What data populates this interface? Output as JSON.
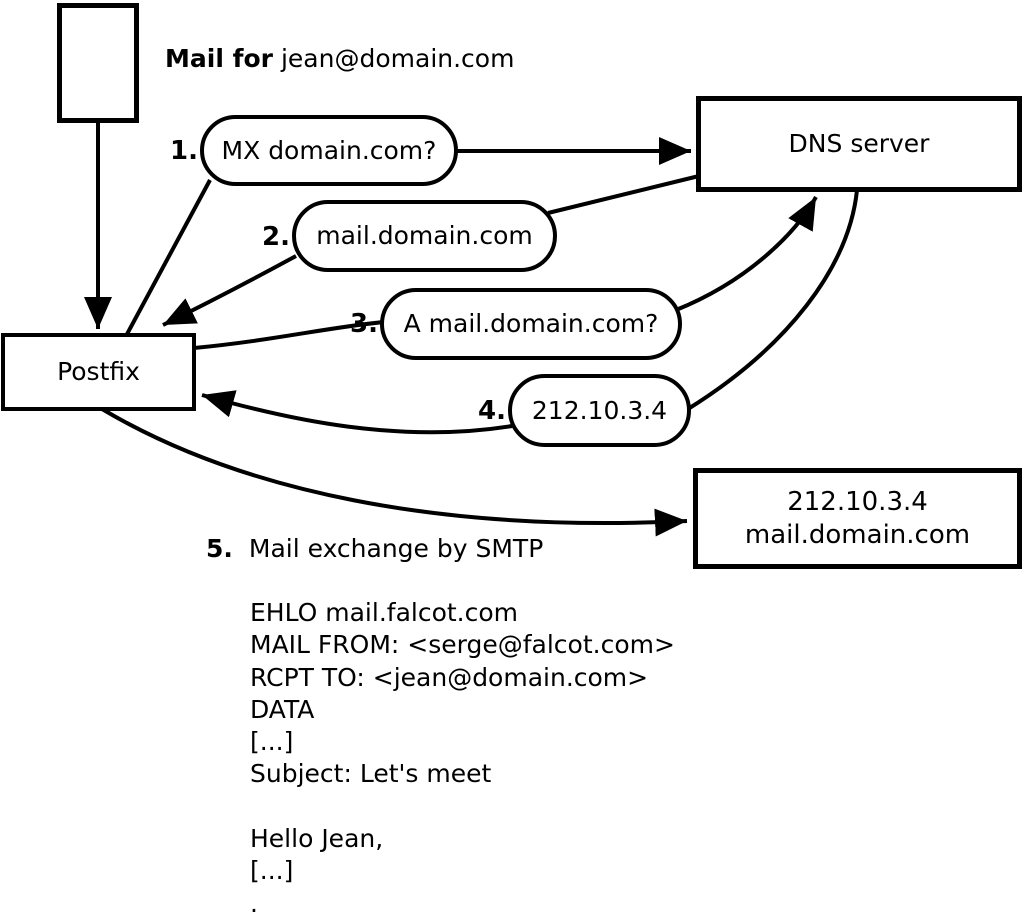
{
  "title": {
    "bold": "Mail for",
    "rest": "jean@domain.com"
  },
  "nodes": {
    "postfix": "Postfix",
    "dns_server": "DNS server",
    "destination": {
      "line1": "212.10.3.4",
      "line2": "mail.domain.com"
    }
  },
  "steps": [
    {
      "num": "1.",
      "label": "MX domain.com?"
    },
    {
      "num": "2.",
      "label": "mail.domain.com"
    },
    {
      "num": "3.",
      "label": "A mail.domain.com?"
    },
    {
      "num": "4.",
      "label": "212.10.3.4"
    },
    {
      "num": "5.",
      "label": "Mail exchange by SMTP"
    }
  ],
  "smtp_transcript": [
    "EHLO mail.falcot.com",
    "MAIL FROM: <serge@falcot.com>",
    "RCPT TO: <jean@domain.com>",
    "DATA",
    "[...]",
    "Subject: Let's meet",
    "",
    "Hello Jean,",
    "[...]",
    "."
  ],
  "colors": {
    "stroke": "#000000",
    "background": "#ffffff"
  }
}
